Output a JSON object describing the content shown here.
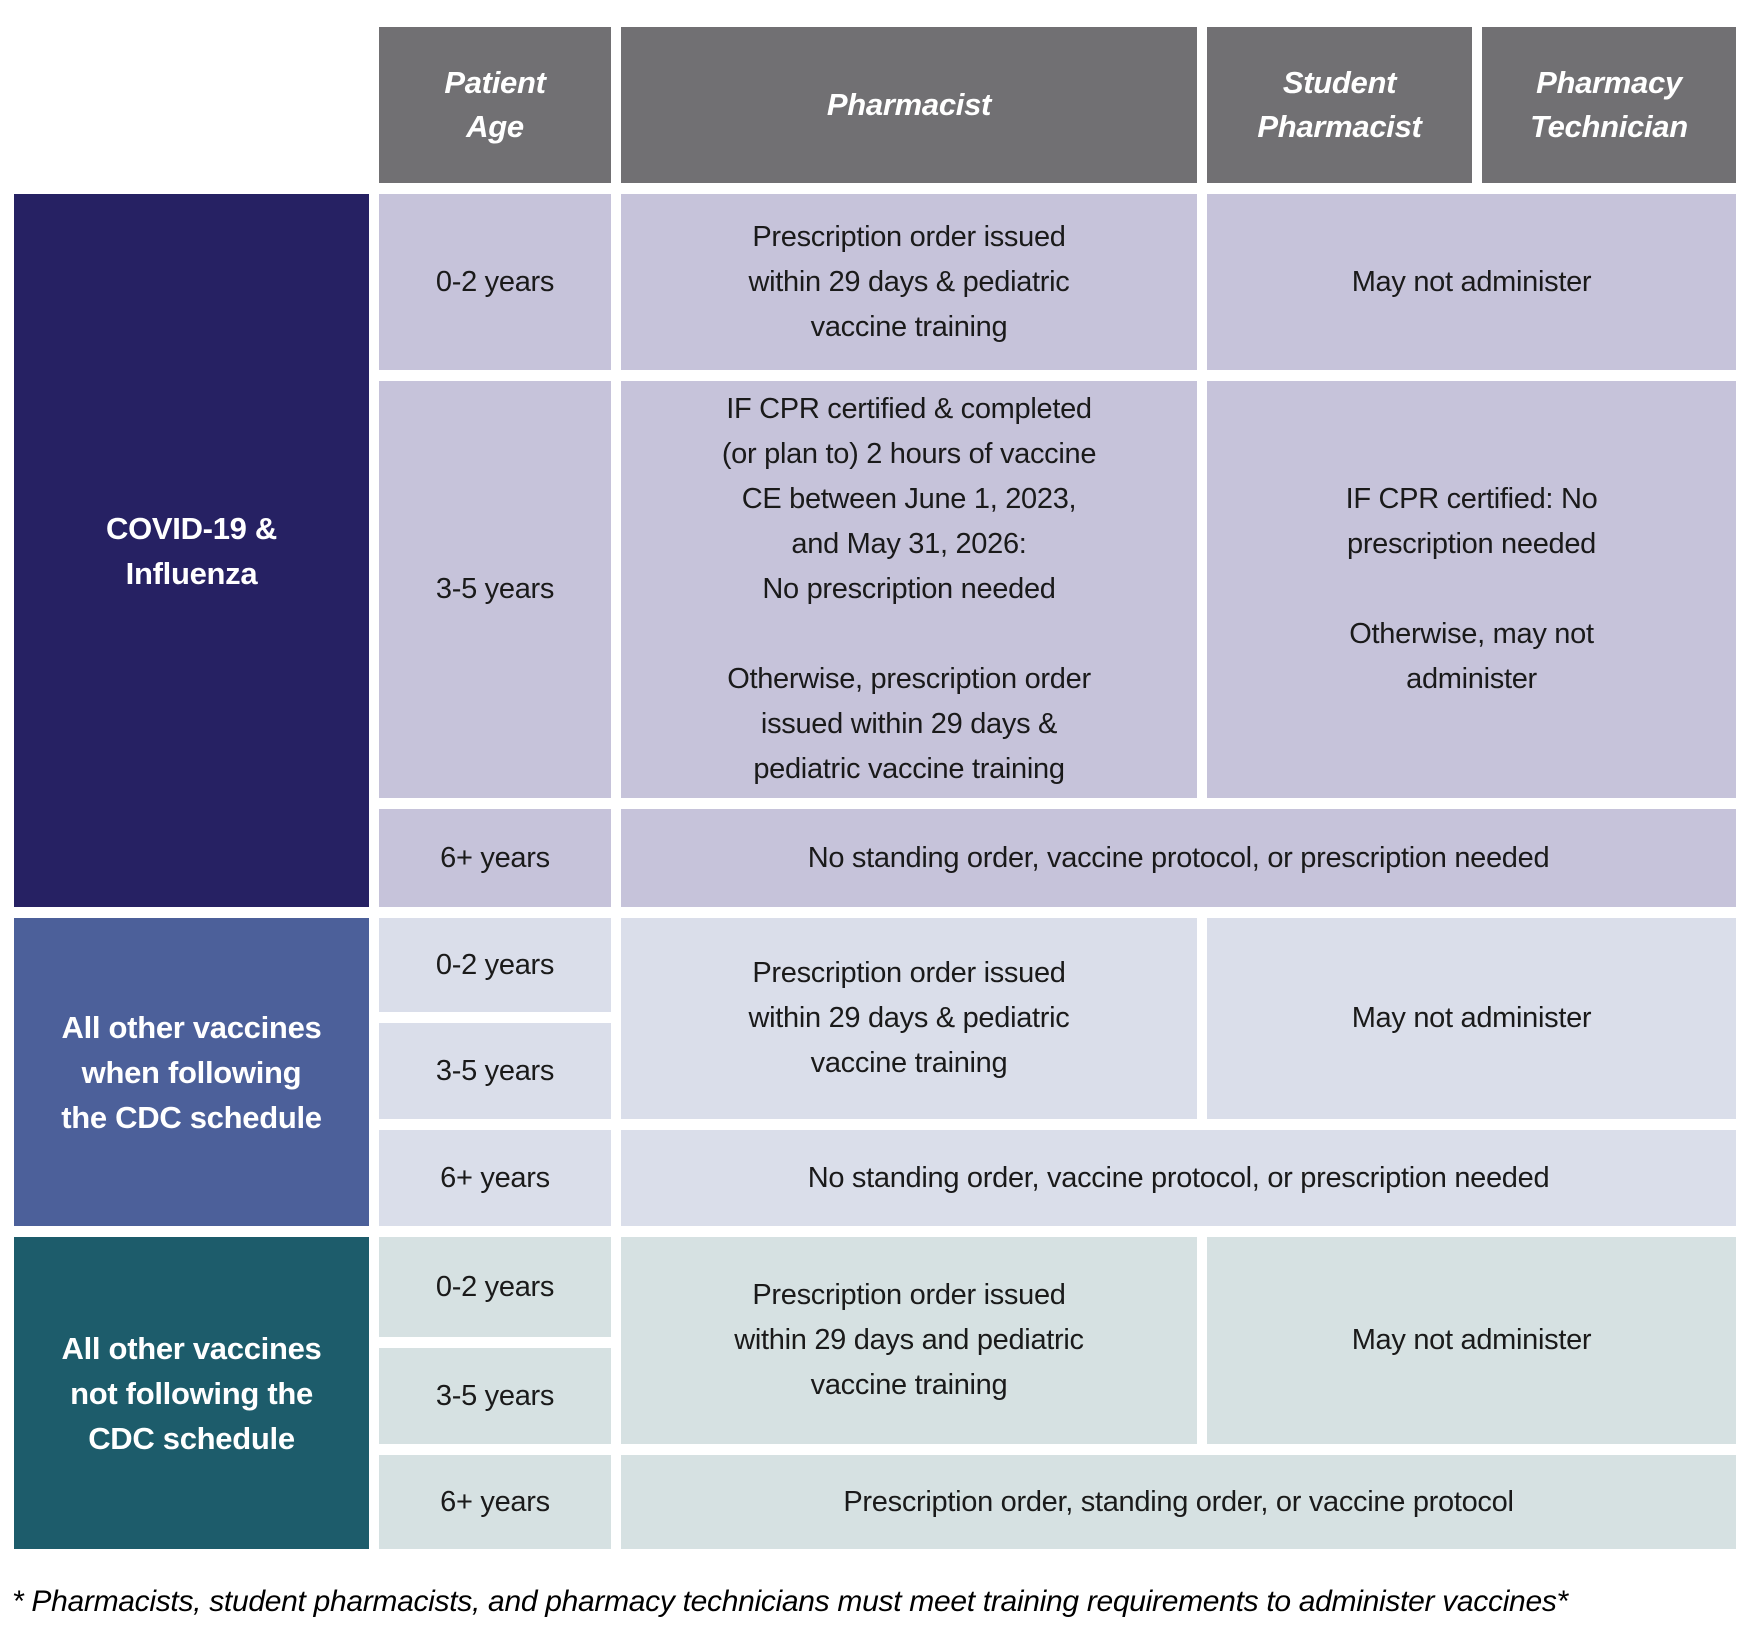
{
  "colors": {
    "header_bg": "#717073",
    "covid_bg": "#262163",
    "cdc_bg": "#4c609a",
    "non_cdc_bg": "#1d5c6b",
    "covid_cell_bg": "#c6c3da",
    "cdc_cell_bg": "#dadeea",
    "non_cdc_cell_bg": "#d6e1e2"
  },
  "header": {
    "patient_age": "Patient\nAge",
    "pharmacist": "Pharmacist",
    "student_pharmacist": "Student\nPharmacist",
    "pharmacy_technician": "Pharmacy\nTechnician"
  },
  "covid": {
    "label": "COVID-19 &\nInfluenza",
    "age_0_2": "0-2 years",
    "pharmacist_0_2": "Prescription order issued\nwithin 29 days & pediatric\nvaccine training",
    "others_0_2": "May not administer",
    "age_3_5": "3-5 years",
    "pharmacist_3_5": "IF CPR certified & completed\n(or plan to) 2 hours of vaccine\nCE between June 1, 2023,\nand May 31, 2026:\nNo prescription needed\n\nOtherwise, prescription order\nissued within 29 days &\npediatric vaccine training",
    "others_3_5": "IF CPR certified: No\nprescription needed\n\nOtherwise, may not\nadminister",
    "age_6_plus": "6+ years",
    "all_6_plus": "No standing order, vaccine protocol, or prescription needed"
  },
  "cdc_schedule": {
    "label": "All other vaccines\nwhen following\nthe CDC schedule",
    "age_0_2": "0-2 years",
    "age_3_5": "3-5 years",
    "pharmacist_0_5": "Prescription order issued\nwithin 29 days & pediatric\nvaccine training",
    "others_0_5": "May not administer",
    "age_6_plus": "6+ years",
    "all_6_plus": "No standing order, vaccine protocol, or prescription needed"
  },
  "non_cdc_schedule": {
    "label": "All other vaccines\nnot following the\nCDC schedule",
    "age_0_2": "0-2 years",
    "age_3_5": "3-5 years",
    "pharmacist_0_5": "Prescription order issued\nwithin 29 days and pediatric\nvaccine training",
    "others_0_5": "May not administer",
    "age_6_plus": "6+ years",
    "all_6_plus": "Prescription order, standing order, or vaccine protocol"
  },
  "footnote": "* Pharmacists, student pharmacists, and pharmacy technicians must meet training requirements to administer vaccines*"
}
